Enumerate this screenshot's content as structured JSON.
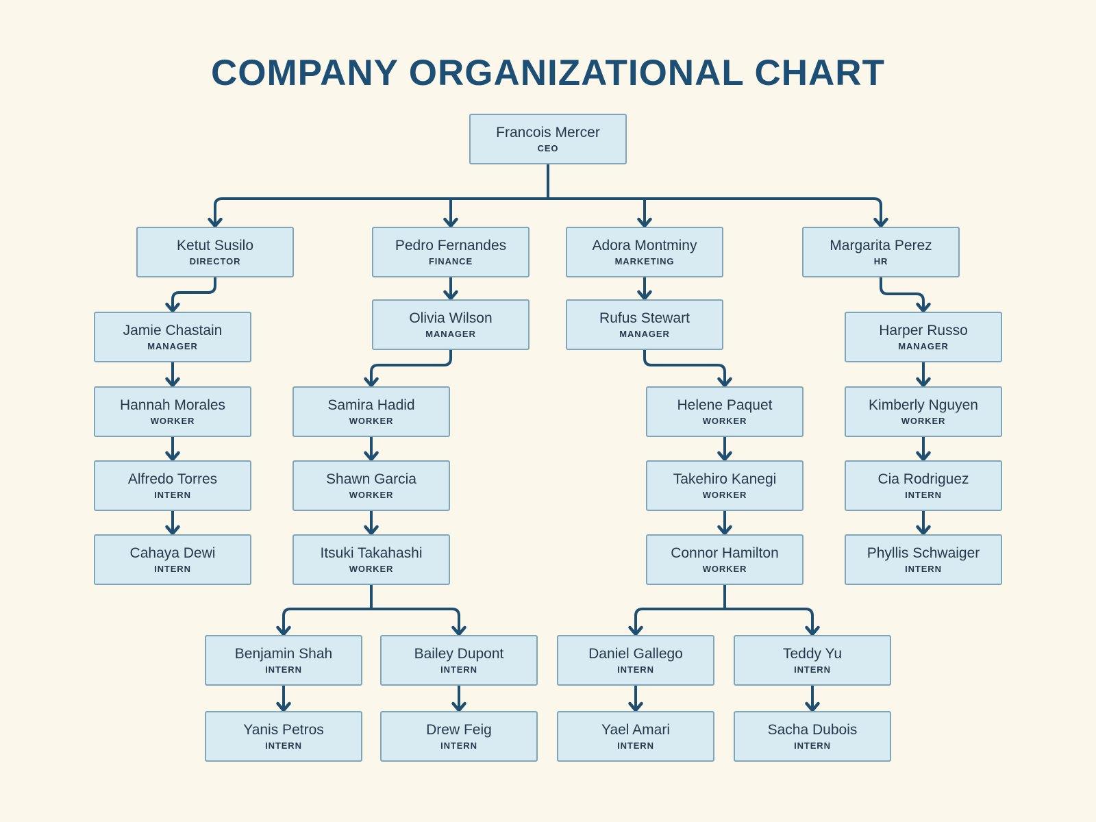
{
  "title": "COMPANY ORGANIZATIONAL CHART",
  "palette": {
    "background": "#FBF7EB",
    "box_fill": "#D9EBF2",
    "box_border": "#7EA6B8",
    "line": "#1E4F70",
    "title_color": "#1D4E74",
    "text_color": "#24384A"
  },
  "org": {
    "nodes": [
      {
        "id": "ceo",
        "name": "Francois Mercer",
        "role": "CEO"
      },
      {
        "id": "ketut",
        "name": "Ketut Susilo",
        "role": "DIRECTOR"
      },
      {
        "id": "pedro",
        "name": "Pedro Fernandes",
        "role": "FINANCE"
      },
      {
        "id": "adora",
        "name": "Adora Montminy",
        "role": "MARKETING"
      },
      {
        "id": "margarita",
        "name": "Margarita Perez",
        "role": "HR"
      },
      {
        "id": "jamie",
        "name": "Jamie Chastain",
        "role": "MANAGER"
      },
      {
        "id": "olivia",
        "name": "Olivia Wilson",
        "role": "MANAGER"
      },
      {
        "id": "rufus",
        "name": "Rufus Stewart",
        "role": "MANAGER"
      },
      {
        "id": "harper",
        "name": "Harper Russo",
        "role": "MANAGER"
      },
      {
        "id": "hannah",
        "name": "Hannah Morales",
        "role": "WORKER"
      },
      {
        "id": "samira",
        "name": "Samira Hadid",
        "role": "WORKER"
      },
      {
        "id": "helene",
        "name": "Helene Paquet",
        "role": "WORKER"
      },
      {
        "id": "kimberly",
        "name": "Kimberly Nguyen",
        "role": "WORKER"
      },
      {
        "id": "alfredo",
        "name": "Alfredo Torres",
        "role": "INTERN"
      },
      {
        "id": "shawn",
        "name": "Shawn Garcia",
        "role": "WORKER"
      },
      {
        "id": "takehiro",
        "name": "Takehiro Kanegi",
        "role": "WORKER"
      },
      {
        "id": "cia",
        "name": "Cia Rodriguez",
        "role": "INTERN"
      },
      {
        "id": "cahaya",
        "name": "Cahaya Dewi",
        "role": "INTERN"
      },
      {
        "id": "itsuki",
        "name": "Itsuki Takahashi",
        "role": "WORKER"
      },
      {
        "id": "connor",
        "name": "Connor Hamilton",
        "role": "WORKER"
      },
      {
        "id": "phyllis",
        "name": "Phyllis Schwaiger",
        "role": "INTERN"
      },
      {
        "id": "benjamin",
        "name": "Benjamin Shah",
        "role": "INTERN"
      },
      {
        "id": "bailey",
        "name": "Bailey Dupont",
        "role": "INTERN"
      },
      {
        "id": "daniel",
        "name": "Daniel Gallego",
        "role": "INTERN"
      },
      {
        "id": "teddy",
        "name": "Teddy Yu",
        "role": "INTERN"
      },
      {
        "id": "yanis",
        "name": "Yanis Petros",
        "role": "INTERN"
      },
      {
        "id": "drew",
        "name": "Drew Feig",
        "role": "INTERN"
      },
      {
        "id": "yael",
        "name": "Yael Amari",
        "role": "INTERN"
      },
      {
        "id": "sacha",
        "name": "Sacha Dubois",
        "role": "INTERN"
      }
    ],
    "edges": [
      [
        "ceo",
        "ketut"
      ],
      [
        "ceo",
        "pedro"
      ],
      [
        "ceo",
        "adora"
      ],
      [
        "ceo",
        "margarita"
      ],
      [
        "ketut",
        "jamie"
      ],
      [
        "jamie",
        "hannah"
      ],
      [
        "hannah",
        "alfredo"
      ],
      [
        "alfredo",
        "cahaya"
      ],
      [
        "pedro",
        "olivia"
      ],
      [
        "olivia",
        "samira"
      ],
      [
        "samira",
        "shawn"
      ],
      [
        "shawn",
        "itsuki"
      ],
      [
        "itsuki",
        "benjamin"
      ],
      [
        "itsuki",
        "bailey"
      ],
      [
        "benjamin",
        "yanis"
      ],
      [
        "bailey",
        "drew"
      ],
      [
        "adora",
        "rufus"
      ],
      [
        "rufus",
        "helene"
      ],
      [
        "helene",
        "takehiro"
      ],
      [
        "takehiro",
        "connor"
      ],
      [
        "connor",
        "daniel"
      ],
      [
        "connor",
        "teddy"
      ],
      [
        "daniel",
        "yael"
      ],
      [
        "teddy",
        "sacha"
      ],
      [
        "margarita",
        "harper"
      ],
      [
        "harper",
        "kimberly"
      ],
      [
        "kimberly",
        "cia"
      ],
      [
        "cia",
        "phyllis"
      ]
    ]
  }
}
